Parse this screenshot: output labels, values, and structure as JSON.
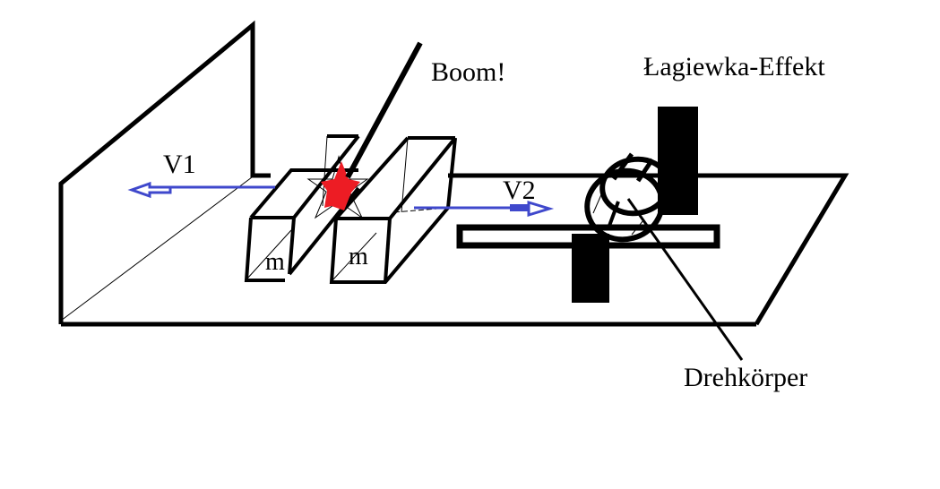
{
  "diagram": {
    "labels": {
      "boom": "Boom!",
      "effect": "Łagiewka-Effekt",
      "rotor": "Drehkörper",
      "v1": "V1",
      "v2": "V2",
      "mass_left": "m",
      "mass_right": "m"
    },
    "colors": {
      "line": "#000000",
      "velocity_arrow": "#3f48cc",
      "explosion": "#ed1c24",
      "background": "#ffffff"
    },
    "components": [
      "left wall",
      "floor plane",
      "mass block left",
      "mass block right",
      "explosion star",
      "detonator rod",
      "velocity arrow V1 (left)",
      "velocity arrow V2 (right)",
      "rail",
      "upper support post",
      "lower support post",
      "rotating ring body",
      "pointer line to Drehkörper"
    ]
  }
}
